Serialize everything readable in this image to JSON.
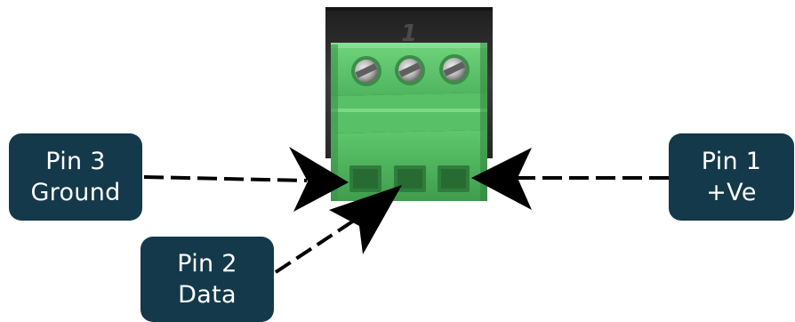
{
  "connector": {
    "housing_marking": "1",
    "colors": {
      "body": "#5cc46a",
      "body_dark": "#3f9a4d",
      "body_light": "#7ad886",
      "housing": "#2b2b2b",
      "label_bg": "#14394a",
      "label_text": "#ffffff",
      "arrow": "#000000"
    }
  },
  "pins": [
    {
      "id": "pin3",
      "title": "Pin 3",
      "function": "Ground"
    },
    {
      "id": "pin2",
      "title": "Pin 2",
      "function": "Data"
    },
    {
      "id": "pin1",
      "title": "Pin 1",
      "function": "+Ve"
    }
  ]
}
